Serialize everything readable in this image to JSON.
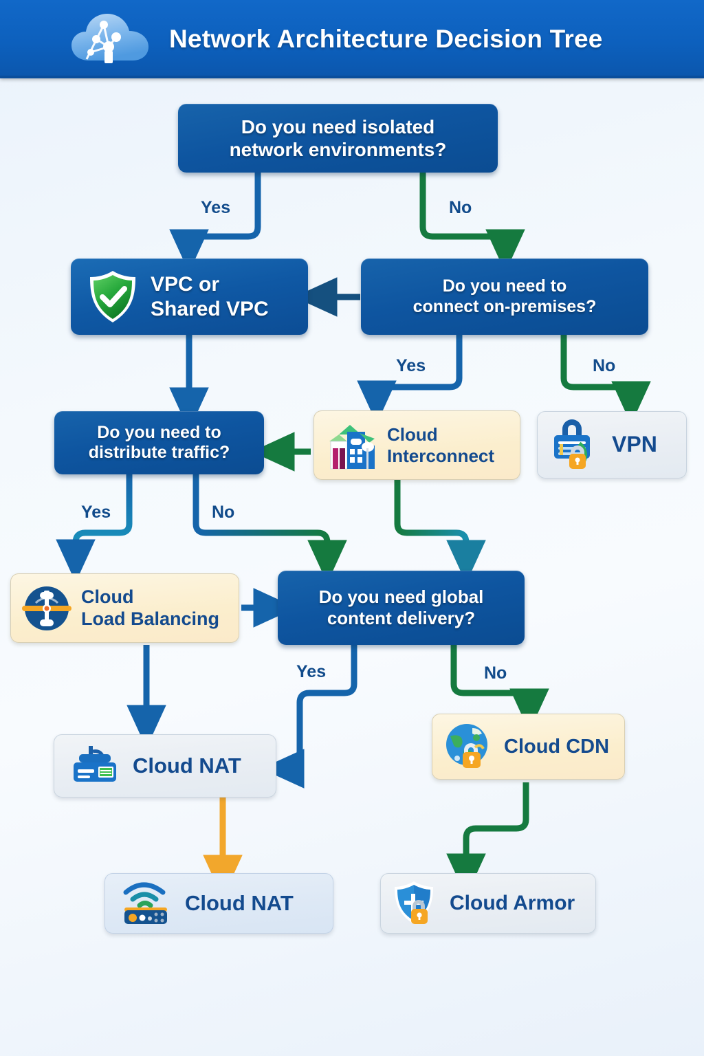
{
  "header": {
    "title": "Network Architecture Decision Tree",
    "logo_icon": "cloud-network-icon",
    "background_color": "#0d60bd",
    "title_color": "#ffffff"
  },
  "colors": {
    "decision_blue": "#0e55a0",
    "product_blue": "#0f58a4",
    "cream": "#fbeecd",
    "grey": "#e8edf3",
    "light_blue": "#dde8f5",
    "yes_edge": "#1564ab",
    "no_edge": "#157a3f",
    "orange_edge": "#f2a72c",
    "label_text": "#114b8b",
    "page_background": "#eef4fb"
  },
  "nodes": [
    {
      "id": "root",
      "type": "decision",
      "label": "Do you need isolated\nnetwork environments?",
      "icon": null
    },
    {
      "id": "vpc",
      "type": "product-blue",
      "label": "VPC or\nShared VPC",
      "icon": "shield-check-icon"
    },
    {
      "id": "onprem",
      "type": "decision",
      "label": "Do you need to\nconnect on-premises?",
      "icon": null
    },
    {
      "id": "distribute",
      "type": "decision",
      "label": "Do you need to\ndistribute traffic?",
      "icon": null
    },
    {
      "id": "interconnect",
      "type": "product-cream",
      "label": "Cloud\nInterconnect",
      "icon": "building-interconnect-icon"
    },
    {
      "id": "vpn",
      "type": "product-grey",
      "label": "VPN",
      "icon": "lock-briefcase-icon"
    },
    {
      "id": "loadbalancing",
      "type": "product-cream",
      "label": "Cloud\nLoad Balancing",
      "icon": "load-balancer-icon"
    },
    {
      "id": "globalcdn",
      "type": "decision",
      "label": "Do you need global\ncontent delivery?",
      "icon": null
    },
    {
      "id": "nat1",
      "type": "product-grey",
      "label": "Cloud NAT",
      "icon": "nat-gateway-icon"
    },
    {
      "id": "cdn",
      "type": "product-cream",
      "label": "Cloud CDN",
      "icon": "globe-lock-icon"
    },
    {
      "id": "nat2",
      "type": "product-light-blue",
      "label": "Cloud NAT",
      "icon": "wifi-router-icon"
    },
    {
      "id": "armor",
      "type": "product-grey",
      "label": "Cloud Armor",
      "icon": "shield-lock-icon"
    }
  ],
  "edge_labels": [
    {
      "id": "root-yes",
      "text": "Yes"
    },
    {
      "id": "root-no",
      "text": "No"
    },
    {
      "id": "onprem-yes",
      "text": "Yes"
    },
    {
      "id": "onprem-no",
      "text": "No"
    },
    {
      "id": "distribute-yes",
      "text": "Yes"
    },
    {
      "id": "distribute-no",
      "text": "No"
    },
    {
      "id": "cdnq-yes",
      "text": "Yes"
    },
    {
      "id": "cdnq-no",
      "text": "No"
    }
  ],
  "edges": [
    {
      "from": "root",
      "to": "vpc",
      "label": "Yes",
      "color": "#1564ab"
    },
    {
      "from": "root",
      "to": "onprem",
      "label": "No",
      "color": "#157a3f"
    },
    {
      "from": "onprem",
      "to": "vpc",
      "label": "",
      "color": "#1a5f8f"
    },
    {
      "from": "onprem",
      "to": "interconnect",
      "label": "Yes",
      "color": "#1564ab"
    },
    {
      "from": "onprem",
      "to": "vpn",
      "label": "No",
      "color": "#157a3f"
    },
    {
      "from": "vpc",
      "to": "distribute",
      "label": "",
      "color": "#1564ab"
    },
    {
      "from": "interconnect",
      "to": "distribute",
      "label": "",
      "color": "#157a3f"
    },
    {
      "from": "distribute",
      "to": "loadbalancing",
      "label": "Yes",
      "color": "#1564ab"
    },
    {
      "from": "distribute",
      "to": "globalcdn",
      "label": "No",
      "color": "#157a3f"
    },
    {
      "from": "interconnect",
      "to": "globalcdn",
      "label": "",
      "color": "#157a3f"
    },
    {
      "from": "loadbalancing",
      "to": "globalcdn",
      "label": "",
      "color": "#1564ab"
    },
    {
      "from": "loadbalancing",
      "to": "nat1",
      "label": "",
      "color": "#1564ab"
    },
    {
      "from": "globalcdn",
      "to": "nat1",
      "label": "Yes",
      "color": "#1564ab"
    },
    {
      "from": "globalcdn",
      "to": "cdn",
      "label": "No",
      "color": "#157a3f"
    },
    {
      "from": "nat1",
      "to": "nat2",
      "label": "",
      "color": "#f2a72c"
    },
    {
      "from": "cdn",
      "to": "armor",
      "label": "",
      "color": "#157a3f"
    }
  ]
}
